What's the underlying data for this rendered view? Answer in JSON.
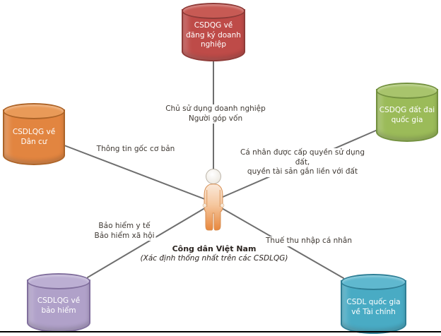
{
  "diagram": {
    "background": "#FFFFFF",
    "line_color": "#6E6E6E",
    "label_color": "#3F3933",
    "nodes": [
      {
        "id": "business",
        "label": "CSDQG về đăng ký doanh nghiệp",
        "fill": "#BE4B48",
        "border": "#8E3B38",
        "top_fill": "#C75A54",
        "text_color": "#FFFFFF"
      },
      {
        "id": "population",
        "label": "CSDLQG về Dân cư",
        "fill": "#E28540",
        "border": "#AD6428",
        "top_fill": "#E99A58",
        "text_color": "#FFFFFF"
      },
      {
        "id": "land",
        "label": "CSDQG đất đai quốc gia",
        "fill": "#9BBB59",
        "border": "#73913F",
        "top_fill": "#A8C46C",
        "text_color": "#FFFFFF"
      },
      {
        "id": "insurance",
        "label": "CSDLQG về bảo hiểm",
        "fill": "#B0A1C9",
        "border": "#816F9D",
        "top_fill": "#BCAFD3",
        "text_color": "#FFFFFF"
      },
      {
        "id": "finance",
        "label": "CSDL quốc gia về Tài chính",
        "fill": "#49ABC4",
        "border": "#2F7F96",
        "top_fill": "#5FB8CF",
        "text_color": "#FFFFFF"
      }
    ],
    "edges": [
      {
        "id": "business-citizen",
        "label": "Chủ sử dụng doanh nghiệp\nNgười góp vốn"
      },
      {
        "id": "population-citizen",
        "label": "Thông tin gốc cơ bản"
      },
      {
        "id": "land-citizen",
        "label": "Cá nhân được cấp quyền sử dụng đất,\nquyền tài sản gắn liền với đất"
      },
      {
        "id": "insurance-citizen",
        "label": "Bảo hiểm y tế\nBảo hiểm xã hội"
      },
      {
        "id": "finance-citizen",
        "label": "Thuế thu nhập cá nhân"
      }
    ],
    "center": {
      "icon": "person-icon",
      "figure_color": "#E8873C",
      "title": "Công dân Việt Nam",
      "subtitle": "(Xác định thống nhất trên các CSDLQG)"
    }
  }
}
